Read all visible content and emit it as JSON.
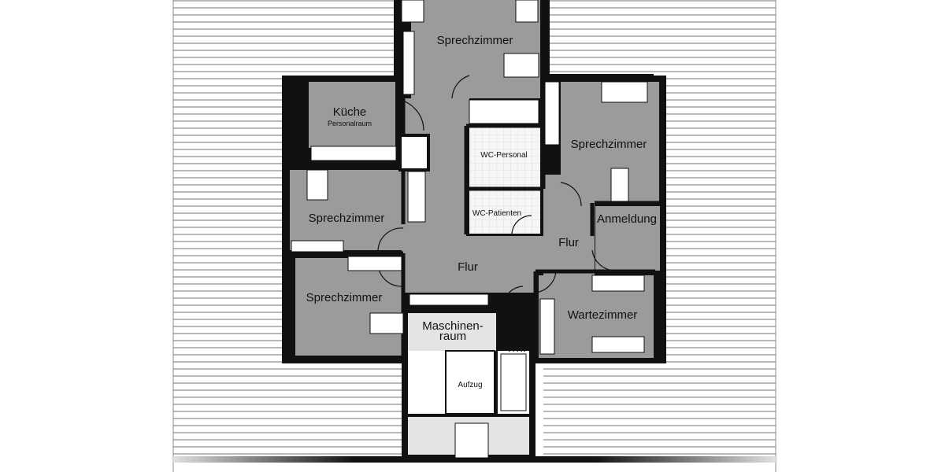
{
  "plan": {
    "rooms": {
      "sprechzimmer_top": "Sprechzimmer",
      "kueche": "Küche",
      "personalraum": "Personalraum",
      "sprechzimmer_right": "Sprechzimmer",
      "wc_personal": "WC-Personal",
      "wc_patienten": "WC-Patienten",
      "sprechzimmer_left": "Sprechzimmer",
      "anmeldung": "Anmeldung",
      "flur_main": "Flur",
      "flur_right": "Flur",
      "sprechzimmer_bottom": "Sprechzimmer",
      "wartezimmer": "Wartezimmer",
      "maschinenraum_line1": "Maschinen-",
      "maschinenraum_line2": "raum",
      "treppenhaus": "Trh.",
      "aufzug": "Aufzug"
    },
    "colors": {
      "room_fill": "#9b9b9b",
      "wall": "#111111",
      "terrace_stripe": "#b9b9b9",
      "service_fill": "#e4e4e4",
      "wc_fill": "#f4f4f4"
    }
  }
}
